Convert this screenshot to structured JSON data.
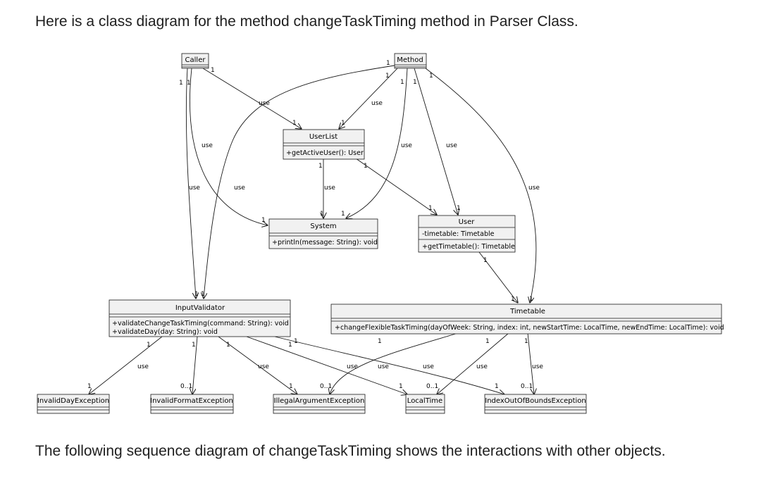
{
  "text": {
    "intro": "Here is a class diagram for the method changeTaskTiming method in Parser Class.",
    "outro": "The following sequence diagram of changeTaskTiming shows the interactions with other objects."
  },
  "classes": {
    "caller": {
      "name": "Caller"
    },
    "method": {
      "name": "Method"
    },
    "userlist": {
      "name": "UserList",
      "methods": [
        "+getActiveUser(): User"
      ]
    },
    "system": {
      "name": "System",
      "methods": [
        "+println(message: String): void"
      ]
    },
    "user": {
      "name": "User",
      "fields": [
        "-timetable: Timetable"
      ],
      "methods": [
        "+getTimetable(): Timetable"
      ]
    },
    "inputvalidator": {
      "name": "InputValidator",
      "methods": [
        "+validateChangeTaskTiming(command: String): void",
        "+validateDay(day: String): void"
      ]
    },
    "timetable": {
      "name": "Timetable",
      "methods": [
        "+changeFlexibleTaskTiming(dayOfWeek: String, index: int, newStartTime: LocalTime, newEndTime: LocalTime): void"
      ]
    },
    "invaliddayexception": {
      "name": "InvalidDayException"
    },
    "invalidformatexception": {
      "name": "InvalidFormatException"
    },
    "illegalargumentexception": {
      "name": "IllegalArgumentException"
    },
    "localtime": {
      "name": "LocalTime"
    },
    "indexoutofboundsexception": {
      "name": "IndexOutOfBoundsException"
    }
  },
  "relationships": [
    {
      "from": "Caller",
      "to": "UserList",
      "label": "use",
      "source_multiplicity": "1",
      "target_multiplicity": "1"
    },
    {
      "from": "Caller",
      "to": "System",
      "label": "use",
      "source_multiplicity": "1",
      "target_multiplicity": "1"
    },
    {
      "from": "Caller",
      "to": "InputValidator",
      "label": "use",
      "source_multiplicity": "1",
      "target_multiplicity": "1"
    },
    {
      "from": "Method",
      "to": "InputValidator",
      "label": "use",
      "source_multiplicity": "1",
      "target_multiplicity": "1"
    },
    {
      "from": "Method",
      "to": "UserList",
      "label": "use",
      "source_multiplicity": "1",
      "target_multiplicity": "1"
    },
    {
      "from": "Method",
      "to": "System",
      "label": "use",
      "source_multiplicity": "1",
      "target_multiplicity": "1"
    },
    {
      "from": "Method",
      "to": "User",
      "label": "use",
      "source_multiplicity": "1",
      "target_multiplicity": "1"
    },
    {
      "from": "Method",
      "to": "Timetable",
      "label": "use",
      "source_multiplicity": "1",
      "target_multiplicity": "1"
    },
    {
      "from": "UserList",
      "to": "System",
      "label": "use",
      "source_multiplicity": "1",
      "target_multiplicity": "1"
    },
    {
      "from": "UserList",
      "to": "User",
      "label": "",
      "source_multiplicity": "1",
      "target_multiplicity": "1"
    },
    {
      "from": "User",
      "to": "Timetable",
      "label": "",
      "source_multiplicity": "1",
      "target_multiplicity": "1"
    },
    {
      "from": "InputValidator",
      "to": "InvalidDayException",
      "label": "use",
      "source_multiplicity": "1",
      "target_multiplicity": "1"
    },
    {
      "from": "InputValidator",
      "to": "InvalidFormatException",
      "label": "",
      "source_multiplicity": "1",
      "target_multiplicity": "0..1"
    },
    {
      "from": "InputValidator",
      "to": "IllegalArgumentException",
      "label": "use",
      "source_multiplicity": "1",
      "target_multiplicity": "1"
    },
    {
      "from": "InputValidator",
      "to": "LocalTime",
      "label": "use",
      "source_multiplicity": "1",
      "target_multiplicity": "1"
    },
    {
      "from": "InputValidator",
      "to": "IndexOutOfBoundsException",
      "label": "use",
      "source_multiplicity": "1",
      "target_multiplicity": "1"
    },
    {
      "from": "Timetable",
      "to": "IllegalArgumentException",
      "label": "use",
      "source_multiplicity": "1",
      "target_multiplicity": "0..1"
    },
    {
      "from": "Timetable",
      "to": "LocalTime",
      "label": "use",
      "source_multiplicity": "1",
      "target_multiplicity": "0..1"
    },
    {
      "from": "Timetable",
      "to": "IndexOutOfBoundsException",
      "label": "use",
      "source_multiplicity": "1",
      "target_multiplicity": "0..1"
    }
  ]
}
